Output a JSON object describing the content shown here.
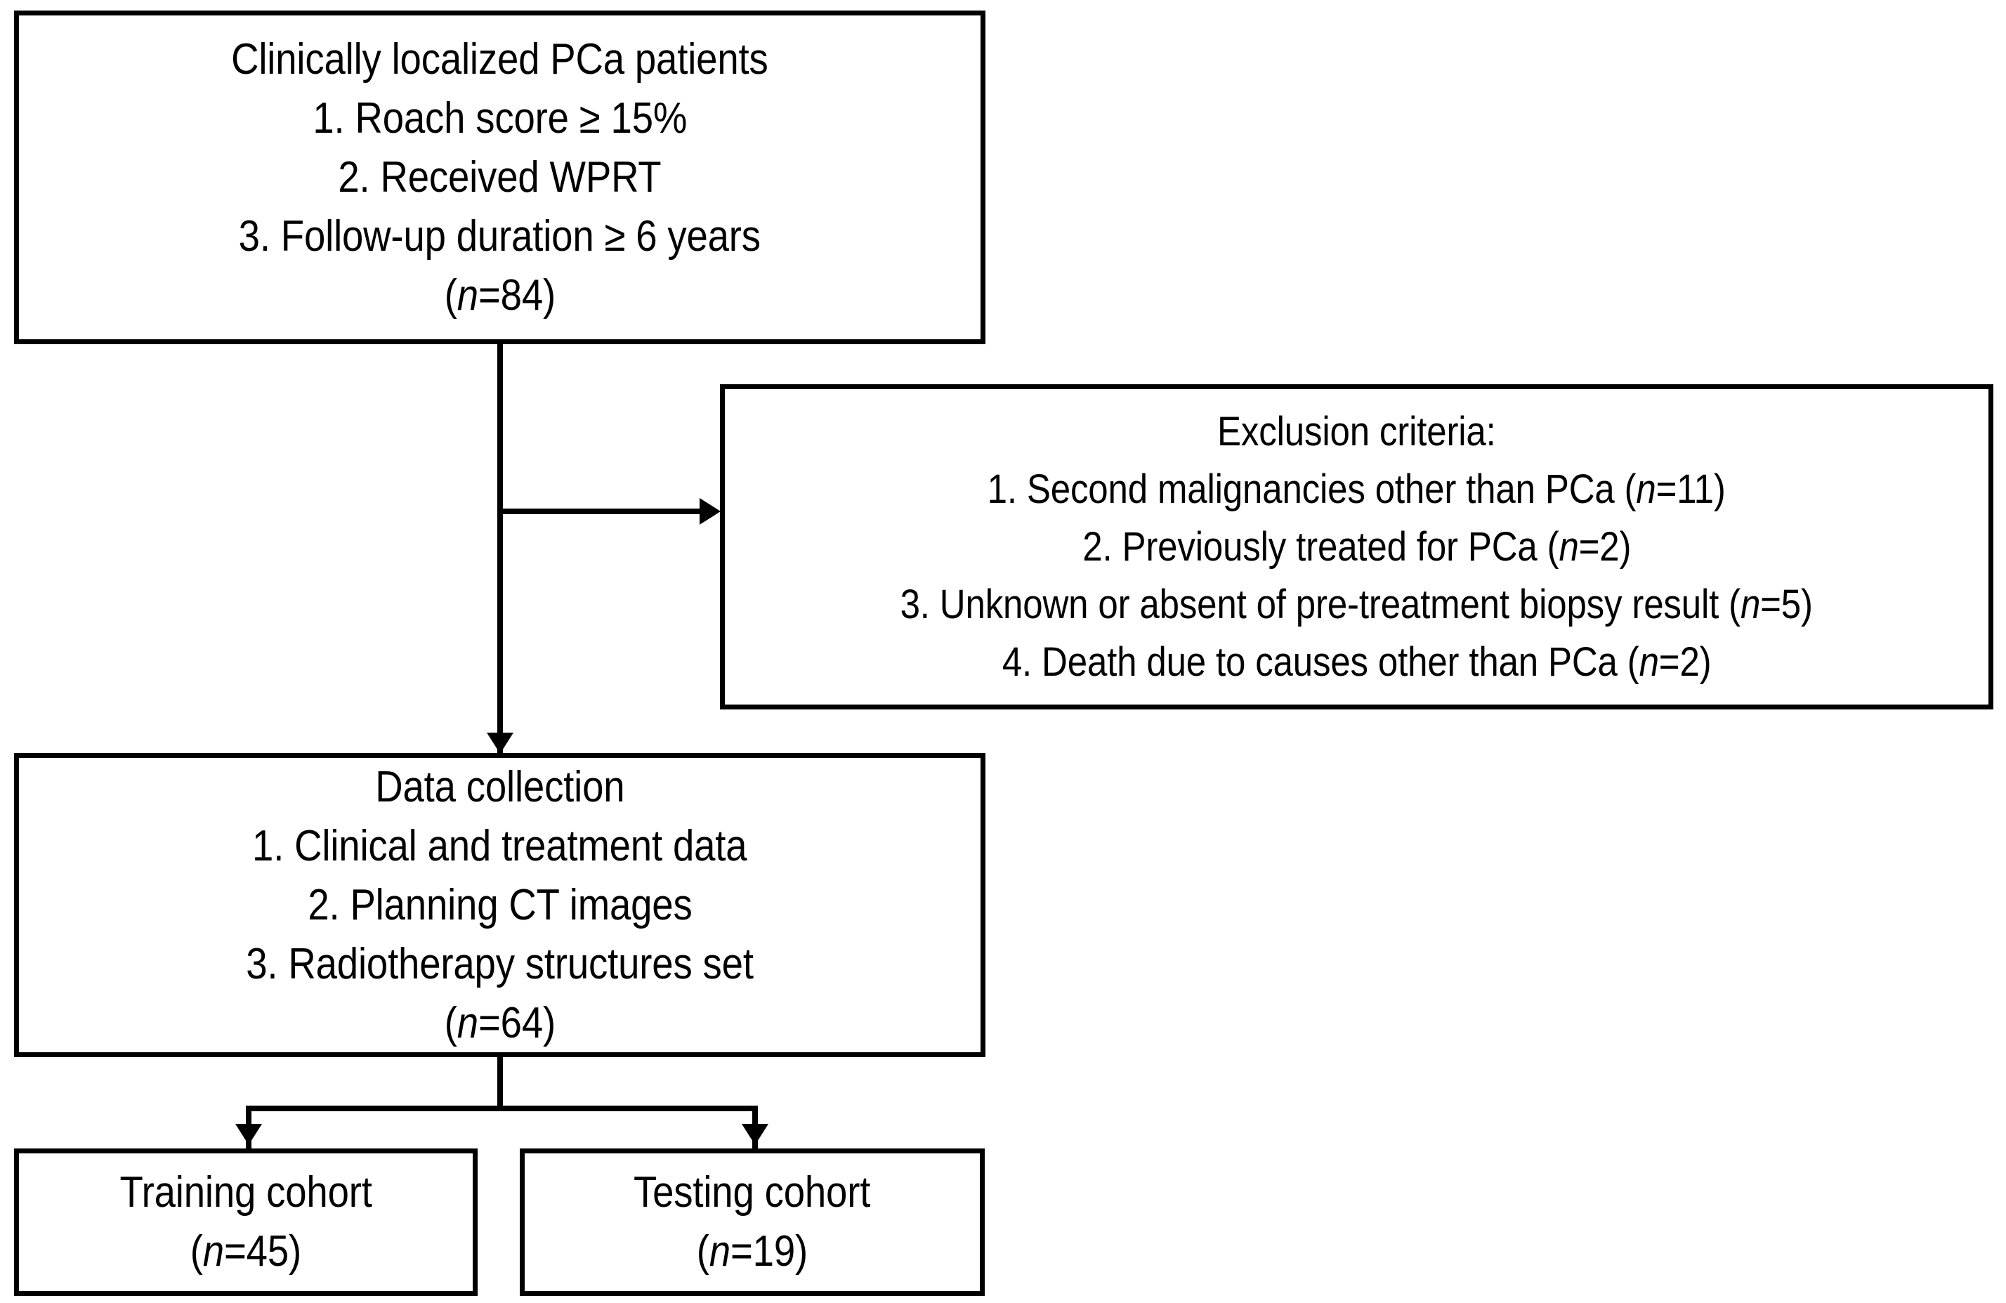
{
  "diagram": {
    "title": "Study patient selection flowchart",
    "colors": {
      "stroke": "#000000",
      "background": "#ffffff",
      "text": "#000000"
    },
    "nodes": {
      "inclusion": {
        "name": "Clinically localized PCa patients",
        "heading": "Clinically localized PCa patients",
        "items": [
          "1.   Roach score ≥ 15%",
          "2.   Received WPRT",
          "3.   Follow-up duration ≥ 6 years"
        ],
        "count_prefix": "(",
        "count_italic": "n",
        "count_suffix": "=84)"
      },
      "exclusion": {
        "name": "Exclusion criteria",
        "heading": "Exclusion criteria:",
        "items": [
          {
            "text_before": "1.   Second malignancies other than PCa (",
            "italic": "n",
            "text_after": "=11)"
          },
          {
            "text_before": "2.   Previously treated for PCa (",
            "italic": "n",
            "text_after": "=2)"
          },
          {
            "text_before": "3.   Unknown or absent of pre-treatment biopsy result (",
            "italic": "n",
            "text_after": "=5)"
          },
          {
            "text_before": "4.   Death due to causes other than PCa (",
            "italic": "n",
            "text_after": "=2)"
          }
        ]
      },
      "collection": {
        "name": "Data collection",
        "heading": "Data collection",
        "items": [
          "1.   Clinical and treatment data",
          "2.   Planning CT images",
          "3.   Radiotherapy structures set"
        ],
        "count_prefix": "(",
        "count_italic": "n",
        "count_suffix": "=64)"
      },
      "training": {
        "name": "Training cohort",
        "heading": "Training cohort",
        "count_prefix": "(",
        "count_italic": "n",
        "count_suffix": "=45)"
      },
      "testing": {
        "name": "Testing cohort",
        "heading": "Testing cohort",
        "count_prefix": "(",
        "count_italic": "n",
        "count_suffix": "=19)"
      }
    },
    "edges": [
      {
        "from": "inclusion",
        "to": "collection",
        "style": "arrow-down"
      },
      {
        "from": "inclusion",
        "to": "exclusion",
        "style": "arrow-right"
      },
      {
        "from": "collection",
        "to": "training",
        "style": "arrow-down"
      },
      {
        "from": "collection",
        "to": "testing",
        "style": "arrow-down"
      }
    ]
  }
}
